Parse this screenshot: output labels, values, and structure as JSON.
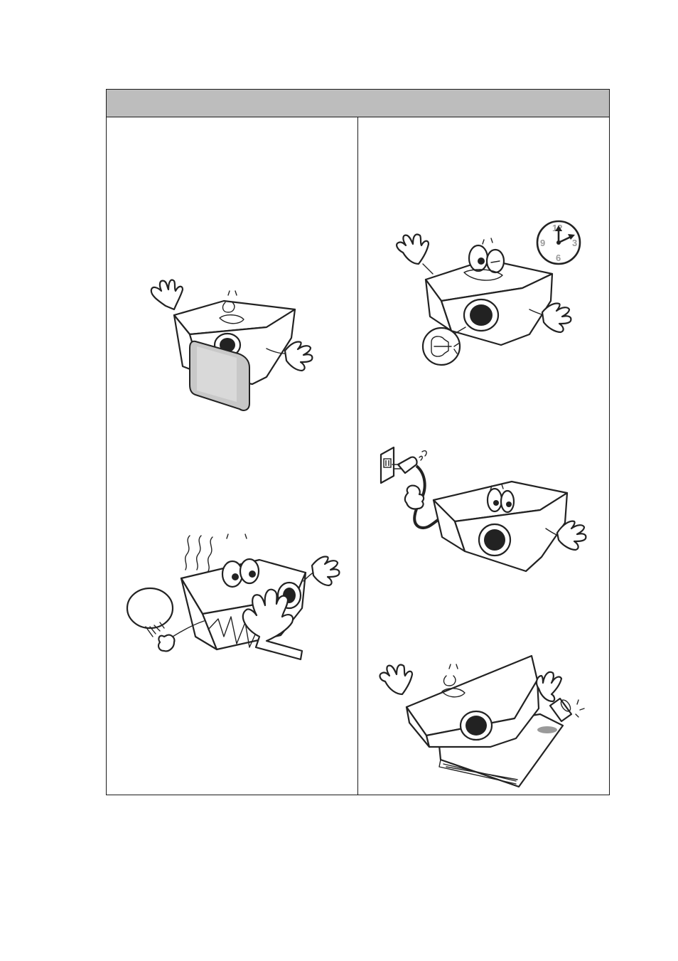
{
  "page": {
    "table": {
      "header_text": "",
      "left_column": {
        "illustrations": [
          {
            "icon": "projector-blocked-by-card-icon"
          },
          {
            "icon": "projector-hot-vents-icon"
          }
        ]
      },
      "right_column": {
        "illustrations": [
          {
            "icon": "projector-lamp-clock-icon"
          },
          {
            "icon": "projector-unplug-icon"
          },
          {
            "icon": "projector-tilted-spill-icon"
          }
        ],
        "clock_numbers": {
          "twelve": "12",
          "three": "3",
          "six": "6",
          "nine": "9"
        }
      }
    }
  }
}
